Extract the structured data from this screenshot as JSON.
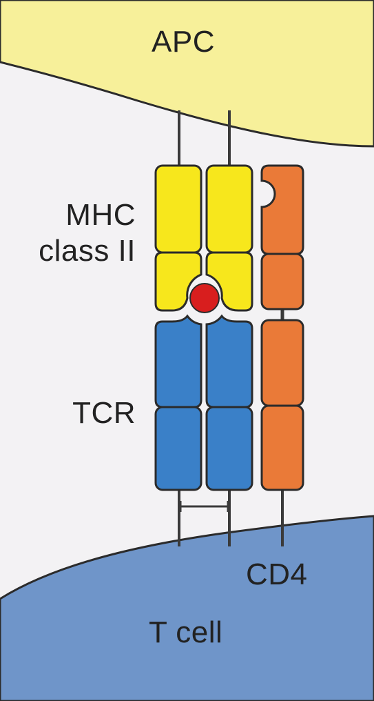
{
  "labels": {
    "apc": "APC",
    "mhc_line1": "MHC",
    "mhc_line2": "class II",
    "tcr": "TCR",
    "cd4": "CD4",
    "t_cell": "T cell"
  },
  "colors": {
    "apc_membrane": "#f7f09a",
    "t_cell_membrane": "#6f95c9",
    "background": "#f3f2f4",
    "mhc": "#f7e71c",
    "tcr": "#3a80c8",
    "cd4": "#ea7a38",
    "peptide": "#d81e1e",
    "outline": "#2b2b2b"
  }
}
